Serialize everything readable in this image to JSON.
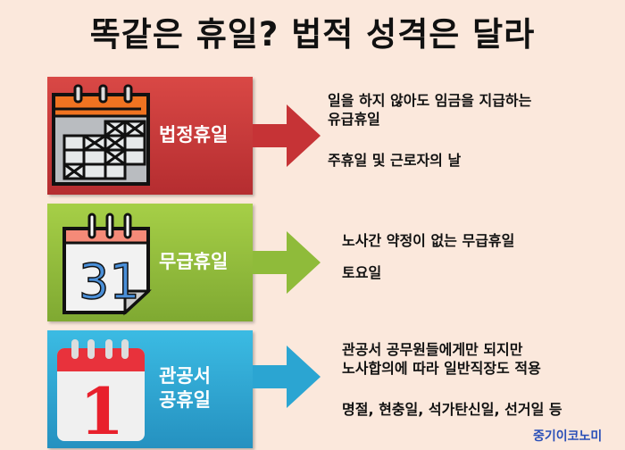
{
  "title": "똑같은 휴일? 법적 성격은 달라",
  "sections": [
    {
      "label": "법정휴일",
      "color": "#c9373a",
      "lines": [
        "일을 하지 않아도 임금을 지급하는",
        "유급휴일"
      ],
      "extra": "주휴일 및 근로자의 날",
      "icon": "calendar-x-icon"
    },
    {
      "label": "무급휴일",
      "color": "#8fbb3a",
      "lines": [
        "노사간 약정이 없는 무급휴일"
      ],
      "extra": "토요일",
      "icon": "calendar-31-icon",
      "icon_text": "31"
    },
    {
      "label1": "관공서",
      "label2": "공휴일",
      "color": "#2ba5d2",
      "lines": [
        "관공서 공무원들에게만 되지만",
        "노사합의에 따라 일반직장도 적용"
      ],
      "extra": "명절, 현충일, 석가탄신일, 선거일 등",
      "icon": "calendar-1-icon",
      "icon_text": "1"
    }
  ],
  "watermark": "중기이코노미"
}
